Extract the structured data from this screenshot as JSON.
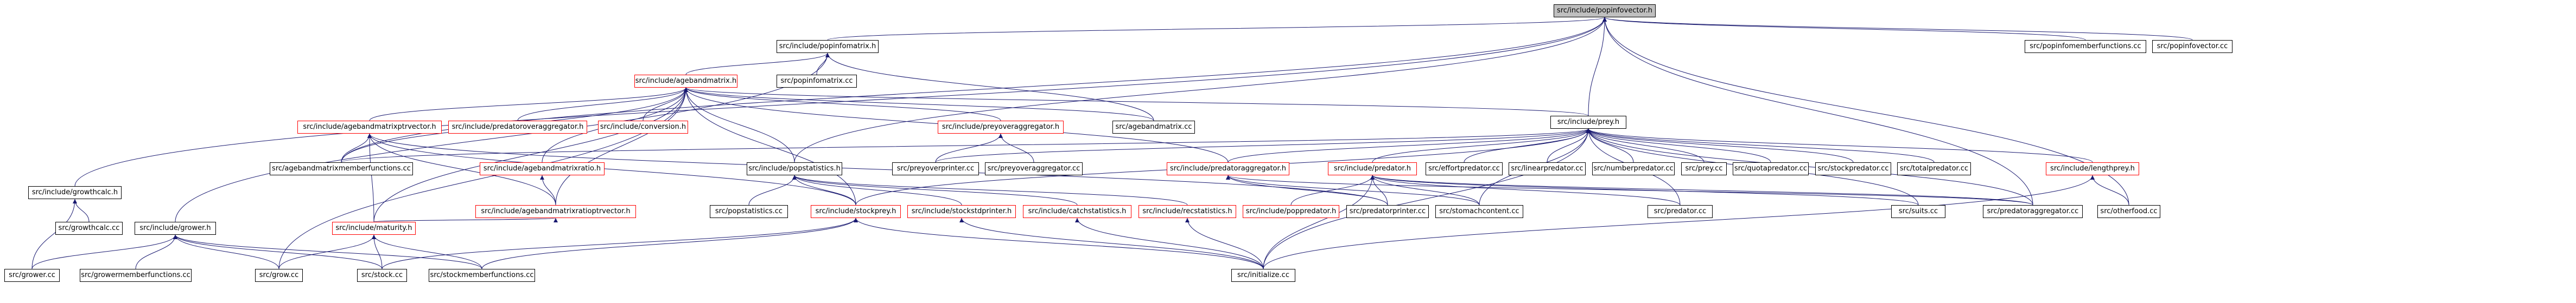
{
  "colors": {
    "edge": "#191970",
    "node_border": "#000000",
    "node_border_partial": "#ff0000",
    "root_fill": "#bfbfbf",
    "background": "#ffffff"
  },
  "nodes": {
    "root": "src/include/popinfovector.h",
    "popinfomatrix_h": "src/include/popinfomatrix.h",
    "popinfomemberfunctions_cc": "src/popinfomemberfunctions.cc",
    "popinfovector_cc": "src/popinfovector.cc",
    "agebandmatrix_h": "src/include/agebandmatrix.h",
    "popinfomatrix_cc": "src/popinfomatrix.cc",
    "agebandmatrixptrvector_h": "src/include/agebandmatrixptrvector.h",
    "predatoroveraggregator_h": "src/include/predatoroveraggregator.h",
    "conversion_h": "src/include/conversion.h",
    "preyoveraggregator_h": "src/include/preyoveraggregator.h",
    "agebandmatrix_cc": "src/agebandmatrix.cc",
    "prey_h": "src/include/prey.h",
    "agebandmatrixmemberfunctions_cc": "src/agebandmatrixmemberfunctions.cc",
    "agebandmatrixratio_h": "src/include/agebandmatrixratio.h",
    "popstatistics_h": "src/include/popstatistics.h",
    "preyoverprinter_cc": "src/preyoverprinter.cc",
    "preyoveraggregator_cc": "src/preyoveraggregator.cc",
    "predatoraggregator_h": "src/include/predatoraggregator.h",
    "predator_h": "src/include/predator.h",
    "effortpredator_cc": "src/effortpredator.cc",
    "linearpredator_cc": "src/linearpredator.cc",
    "numberpredator_cc": "src/numberpredator.cc",
    "prey_cc": "src/prey.cc",
    "quotapredator_cc": "src/quotapredator.cc",
    "stockpredator_cc": "src/stockpredator.cc",
    "totalpredator_cc": "src/totalpredator.cc",
    "lengthprey_h": "src/include/lengthprey.h",
    "agebandmatrixratioptrvector_h": "src/include/agebandmatrixratioptrvector.h",
    "popstatistics_cc": "src/popstatistics.cc",
    "stockprey_h": "src/include/stockprey.h",
    "stockstdprinter_h": "src/include/stockstdprinter.h",
    "catchstatistics_h": "src/include/catchstatistics.h",
    "recstatistics_h": "src/include/recstatistics.h",
    "poppredator_h": "src/include/poppredator.h",
    "predatorprinter_cc": "src/predatorprinter.cc",
    "stomachcontent_cc": "src/stomachcontent.cc",
    "predator_cc": "src/predator.cc",
    "suits_cc": "src/suits.cc",
    "predatoraggregator_cc": "src/predatoraggregator.cc",
    "otherfood_cc": "src/otherfood.cc",
    "growthcalc_h": "src/include/growthcalc.h",
    "grower_h": "src/include/grower.h",
    "maturity_h": "src/include/maturity.h",
    "initialize_cc": "src/initialize.cc",
    "growthcalc_cc": "src/growthcalc.cc",
    "grower_cc": "src/grower.cc",
    "growermemberfunctions_cc": "src/growermemberfunctions.cc",
    "grow_cc": "src/grow.cc",
    "stock_cc": "src/stock.cc",
    "stockmemberfunctions_cc": "src/stockmemberfunctions.cc"
  },
  "edges": [
    [
      "popinfomatrix_h",
      "root"
    ],
    [
      "popinfomemberfunctions_cc",
      "root"
    ],
    [
      "popinfovector_cc",
      "root"
    ],
    [
      "growthcalc_h",
      "root"
    ],
    [
      "agebandmatrixmemberfunctions_cc",
      "root"
    ],
    [
      "popstatistics_h",
      "root"
    ],
    [
      "prey_h",
      "root"
    ],
    [
      "otherfood_cc",
      "root"
    ],
    [
      "predatoraggregator_cc",
      "root"
    ],
    [
      "agebandmatrix_h",
      "popinfomatrix_h"
    ],
    [
      "popinfomatrix_cc",
      "popinfomatrix_h"
    ],
    [
      "agebandmatrix_cc",
      "popinfomatrix_h"
    ],
    [
      "grower_h",
      "popinfomatrix_h"
    ],
    [
      "agebandmatrixptrvector_h",
      "agebandmatrix_h"
    ],
    [
      "predatoroveraggregator_h",
      "agebandmatrix_h"
    ],
    [
      "conversion_h",
      "agebandmatrix_h"
    ],
    [
      "preyoveraggregator_h",
      "agebandmatrix_h"
    ],
    [
      "agebandmatrix_cc",
      "agebandmatrix_h"
    ],
    [
      "prey_h",
      "agebandmatrix_h"
    ],
    [
      "agebandmatrixmemberfunctions_cc",
      "agebandmatrix_h"
    ],
    [
      "agebandmatrixratio_h",
      "agebandmatrix_h"
    ],
    [
      "popstatistics_h",
      "agebandmatrix_h"
    ],
    [
      "predatoraggregator_h",
      "agebandmatrix_h"
    ],
    [
      "agebandmatrixratioptrvector_h",
      "agebandmatrix_h"
    ],
    [
      "maturity_h",
      "agebandmatrix_h"
    ],
    [
      "grow_cc",
      "agebandmatrix_h"
    ],
    [
      "stockprey_h",
      "agebandmatrix_h"
    ],
    [
      "agebandmatrixmemberfunctions_cc",
      "agebandmatrixptrvector_h"
    ],
    [
      "agebandmatrixratioptrvector_h",
      "agebandmatrixptrvector_h"
    ],
    [
      "maturity_h",
      "agebandmatrixptrvector_h"
    ],
    [
      "stockprey_h",
      "agebandmatrixptrvector_h"
    ],
    [
      "predatorprinter_cc",
      "agebandmatrixptrvector_h"
    ],
    [
      "agebandmatrixratioptrvector_h",
      "agebandmatrixratio_h"
    ],
    [
      "preyoverprinter_cc",
      "preyoveraggregator_h"
    ],
    [
      "preyoveraggregator_cc",
      "preyoveraggregator_h"
    ],
    [
      "popstatistics_cc",
      "popstatistics_h"
    ],
    [
      "stockstdprinter_h",
      "popstatistics_h"
    ],
    [
      "catchstatistics_h",
      "popstatistics_h"
    ],
    [
      "recstatistics_h",
      "popstatistics_h"
    ],
    [
      "stockprey_h",
      "popstatistics_h"
    ],
    [
      "initialize_cc",
      "stockstdprinter_h"
    ],
    [
      "initialize_cc",
      "catchstatistics_h"
    ],
    [
      "initialize_cc",
      "recstatistics_h"
    ],
    [
      "stock_cc",
      "stockprey_h"
    ],
    [
      "stockmemberfunctions_cc",
      "stockprey_h"
    ],
    [
      "initialize_cc",
      "stockprey_h"
    ],
    [
      "maturity_h",
      "agebandmatrixratioptrvector_h"
    ],
    [
      "grow_cc",
      "maturity_h"
    ],
    [
      "stock_cc",
      "maturity_h"
    ],
    [
      "stockmemberfunctions_cc",
      "maturity_h"
    ],
    [
      "preyoverprinter_cc",
      "prey_h"
    ],
    [
      "predatoraggregator_h",
      "prey_h"
    ],
    [
      "predator_h",
      "prey_h"
    ],
    [
      "effortpredator_cc",
      "prey_h"
    ],
    [
      "linearpredator_cc",
      "prey_h"
    ],
    [
      "numberpredator_cc",
      "prey_h"
    ],
    [
      "prey_cc",
      "prey_h"
    ],
    [
      "quotapredator_cc",
      "prey_h"
    ],
    [
      "stockpredator_cc",
      "prey_h"
    ],
    [
      "totalpredator_cc",
      "prey_h"
    ],
    [
      "lengthprey_h",
      "prey_h"
    ],
    [
      "stockprey_h",
      "prey_h"
    ],
    [
      "stomachcontent_cc",
      "prey_h"
    ],
    [
      "suits_cc",
      "prey_h"
    ],
    [
      "predatoraggregator_cc",
      "prey_h"
    ],
    [
      "predator_cc",
      "prey_h"
    ],
    [
      "initialize_cc",
      "prey_h"
    ],
    [
      "agebandmatrixmemberfunctions_cc",
      "prey_h"
    ],
    [
      "predatoraggregator_cc",
      "predatoraggregator_h"
    ],
    [
      "predatorprinter_cc",
      "predatoraggregator_h"
    ],
    [
      "stomachcontent_cc",
      "predatoraggregator_h"
    ],
    [
      "poppredator_h",
      "predator_h"
    ],
    [
      "predatorprinter_cc",
      "predator_h"
    ],
    [
      "stomachcontent_cc",
      "predator_h"
    ],
    [
      "predator_cc",
      "predator_h"
    ],
    [
      "suits_cc",
      "predator_h"
    ],
    [
      "predatoraggregator_cc",
      "predator_h"
    ],
    [
      "initialize_cc",
      "predator_h"
    ],
    [
      "otherfood_cc",
      "lengthprey_h"
    ],
    [
      "initialize_cc",
      "lengthprey_h"
    ],
    [
      "growthcalc_cc",
      "growthcalc_h"
    ],
    [
      "grower_cc",
      "growthcalc_h"
    ],
    [
      "grower_cc",
      "grower_h"
    ],
    [
      "growermemberfunctions_cc",
      "grower_h"
    ],
    [
      "grow_cc",
      "grower_h"
    ],
    [
      "stock_cc",
      "grower_h"
    ],
    [
      "stockmemberfunctions_cc",
      "grower_h"
    ]
  ]
}
